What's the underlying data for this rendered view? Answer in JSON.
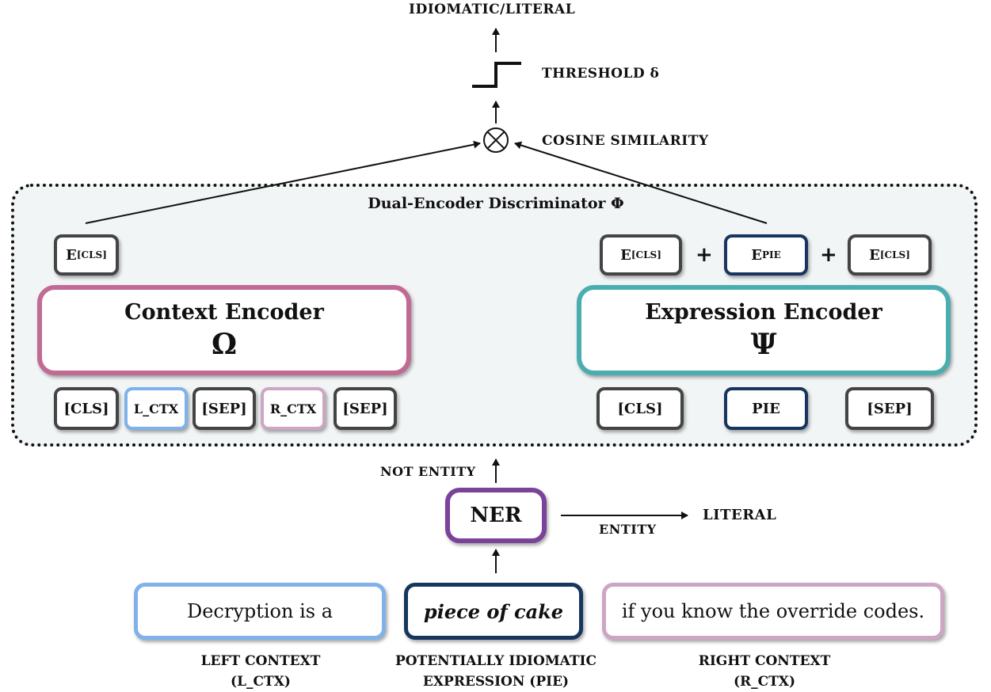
{
  "top": {
    "output_label": "IDIOMATIC/LITERAL",
    "threshold_label": "THRESHOLD δ",
    "cosine_label": "COSINE SIMILARITY"
  },
  "discriminator": {
    "title": "Dual-Encoder Discriminator Φ",
    "context_encoder": {
      "name": "Context Encoder",
      "symbol": "Ω",
      "output": {
        "main": "E",
        "sub": "[CLS]"
      },
      "inputs": [
        "[CLS]",
        "L_CTX",
        "[SEP]",
        "R_CTX",
        "[SEP]"
      ]
    },
    "expression_encoder": {
      "name": "Expression Encoder",
      "symbol": "Ψ",
      "outputs": [
        {
          "main": "E",
          "sub": "[CLS]"
        },
        {
          "main": "E",
          "sub": "PIE"
        },
        {
          "main": "E",
          "sub": "[CLS]"
        }
      ],
      "plus": "+",
      "inputs": [
        "[CLS]",
        "PIE",
        "[SEP]"
      ]
    }
  },
  "ner": {
    "label": "NER",
    "not_entity": "NOT ENTITY",
    "entity": "ENTITY",
    "literal": "LITERAL"
  },
  "inputs": {
    "left_text": "Decryption is a",
    "pie_text": "piece of cake",
    "right_text": "if you know the override codes.",
    "left_caption": [
      "LEFT CONTEXT",
      "(L_CTX)"
    ],
    "pie_caption": [
      "POTENTIALLY IDIOMATIC",
      "EXPRESSION (PIE)"
    ],
    "right_caption": [
      "RIGHT CONTEXT",
      "(R_CTX)"
    ]
  },
  "colors": {
    "context_encoder_border": "#c16a94",
    "expression_encoder_border": "#4aaeb0",
    "ner_border": "#7a4298",
    "left_context_border": "#7fb2ea",
    "pie_border": "#16355f",
    "right_context_border": "#cda6c3",
    "panel_background": "#f2f5f6"
  }
}
